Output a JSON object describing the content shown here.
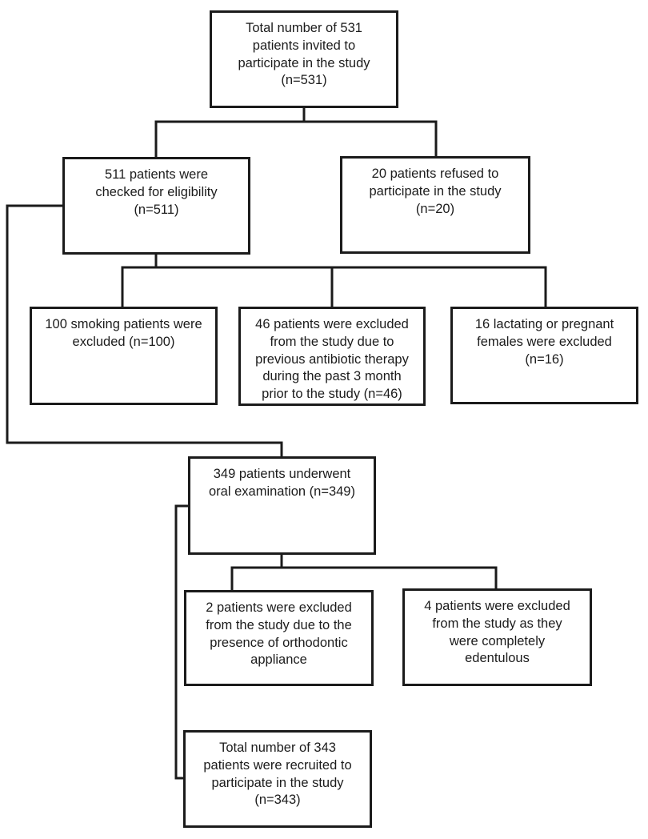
{
  "diagram": {
    "type": "flowchart",
    "description": "Patient recruitment flow diagram",
    "colors": {
      "background": "#ffffff",
      "box_border": "#1b1b1b",
      "line": "#1b1b1b",
      "text": "#1c1c1c"
    },
    "nodes": {
      "invited": {
        "label": "Total number of 531\npatients invited to\nparticipate in the study\n(n=531)",
        "n": 531
      },
      "eligibility": {
        "label": "511 patients were\nchecked for eligibility\n(n=511)",
        "n": 511
      },
      "refused": {
        "label": "20 patients refused to\nparticipate in the study\n(n=20)",
        "n": 20
      },
      "smoking": {
        "label": "100 smoking patients were\nexcluded (n=100)",
        "n": 100
      },
      "antibiotic": {
        "label": "46 patients were excluded\nfrom the study due to\nprevious antibiotic therapy\nduring the past 3 month\nprior to the study (n=46)",
        "n": 46
      },
      "lactating": {
        "label": "16 lactating or pregnant\nfemales were excluded\n(n=16)",
        "n": 16
      },
      "oral_exam": {
        "label": "349 patients underwent\noral examination (n=349)",
        "n": 349
      },
      "orthodontic": {
        "label": "2 patients were excluded\nfrom the study due to the\npresence of orthodontic\nappliance",
        "n": 2
      },
      "edentulous": {
        "label": "4 patients were excluded\nfrom the study as they\nwere completely\nedentulous",
        "n": 4
      },
      "recruited": {
        "label": "Total number of 343\npatients were recruited to\nparticipate in the study\n(n=343)",
        "n": 343
      }
    },
    "edges": [
      {
        "from": "invited",
        "to": "eligibility"
      },
      {
        "from": "invited",
        "to": "refused"
      },
      {
        "from": "eligibility",
        "to": "smoking"
      },
      {
        "from": "eligibility",
        "to": "antibiotic"
      },
      {
        "from": "eligibility",
        "to": "lactating"
      },
      {
        "from": "eligibility",
        "to": "oral_exam"
      },
      {
        "from": "oral_exam",
        "to": "orthodontic"
      },
      {
        "from": "oral_exam",
        "to": "edentulous"
      },
      {
        "from": "oral_exam",
        "to": "recruited"
      }
    ]
  }
}
